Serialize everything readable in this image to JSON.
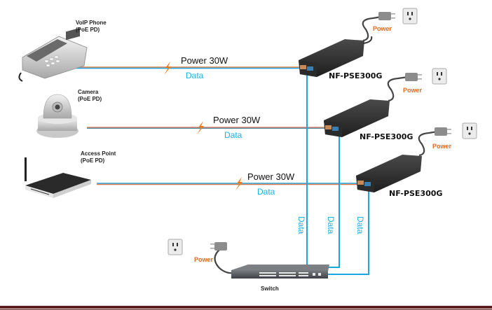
{
  "diagram": {
    "devices": [
      {
        "name": "VoIP Phone",
        "role": "(PoE PD)"
      },
      {
        "name": "Camera",
        "role": "(PoE PD)"
      },
      {
        "name": "Access Point",
        "role": "(PoE PD)"
      }
    ],
    "links": [
      {
        "power_label": "Power 30W",
        "data_label": "Data"
      },
      {
        "power_label": "Power 30W",
        "data_label": "Data"
      },
      {
        "power_label": "Power 30W",
        "data_label": "Data"
      }
    ],
    "injectors": [
      {
        "model": "NF-PSE300G",
        "power_label": "Power"
      },
      {
        "model": "NF-PSE300G",
        "power_label": "Power"
      },
      {
        "model": "NF-PSE300G",
        "power_label": "Power"
      }
    ],
    "uplinks": [
      {
        "label": "Data"
      },
      {
        "label": "Data"
      },
      {
        "label": "Data"
      }
    ],
    "switch": {
      "name": "Switch",
      "power_label": "Power"
    },
    "colors": {
      "data_line": "#1aa6df",
      "power_line": "#e0784a",
      "bolt": "#f07a1e",
      "power_text": "#e06a1e",
      "footer": "#5c1f1f"
    }
  }
}
